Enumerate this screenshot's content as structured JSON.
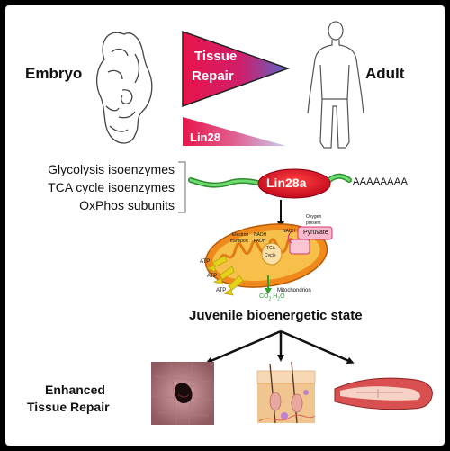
{
  "labels": {
    "embryo": "Embryo",
    "adult": "Adult",
    "tissue_repair_line1": "Tissue",
    "tissue_repair_line2": "Repair",
    "lin28": "Lin28",
    "lin28a": "Lin28a",
    "poly_a": "AAAAAAAA",
    "glycolysis": "Glycolysis isoenzymes",
    "tca": "TCA cycle isoenzymes",
    "oxphos": "OxPhos subunits",
    "juvenile": "Juvenile bioenergetic state",
    "enhanced_line1": "Enhanced",
    "enhanced_line2": "Tissue Repair"
  },
  "mito_labels": {
    "nadh": "NADH",
    "oxygen": "Oxygen",
    "present": "present",
    "pyruvate": "Pyruvate",
    "tca_cycle_1": "TCA",
    "tca_cycle_2": "Cycle",
    "etc_1": "Electron",
    "etc_2": "transport",
    "nadh_fadh_1": "NADH",
    "nadh_fadh_2": "FADH",
    "atp1": "ATP",
    "atp2": "ATP",
    "atp3": "ATP",
    "co2": "CO",
    "h2o": "H",
    "mitochondrion": "Mitochondrion"
  },
  "colors": {
    "tissue_triangle_start": "#e8154a",
    "tissue_triangle_end": "#6a6ec8",
    "lin28_start": "#e8154a",
    "lin28_end": "#c8cdf0",
    "lin28a_oval": "#e0142c",
    "rna_strand": "#4cc24c",
    "mito_outer": "#f08a1c",
    "mito_inner": "#f6c04a",
    "atp_arrow": "#e6d21a"
  }
}
